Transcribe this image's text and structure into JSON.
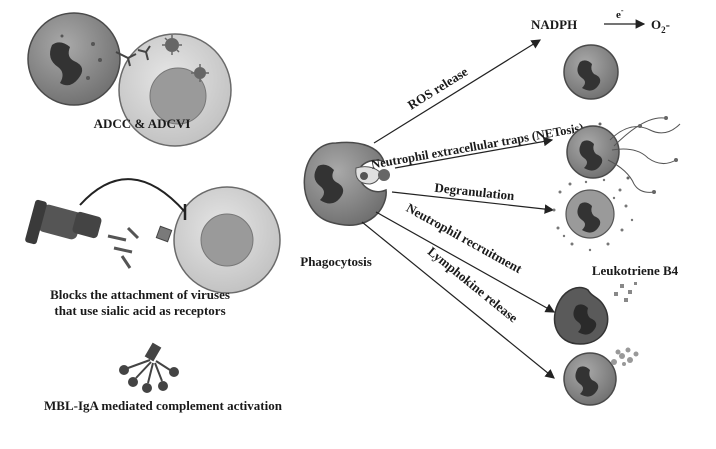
{
  "labels": {
    "adcc": "ADCC & ADCVI",
    "blocks_line1": "Blocks the attachment of viruses",
    "blocks_line2": "that use sialic acid as receptors",
    "mbl": "MBL-IgA mediated complement activation",
    "phagocytosis": "Phagocytosis",
    "ros": "ROS release",
    "nadph": "NADPH",
    "electron": "e",
    "electron_sup": "-",
    "superoxide": "O",
    "superoxide_sub": "2",
    "superoxide_suffix": "-",
    "netosis": "Neutrophil extracellular traps (NETosis)",
    "degranulation": "Degranulation",
    "recruitment": "Neutrophil recruitment",
    "leukotriene": "Leukotriene B4",
    "lymphokine": "Lymphokine release"
  },
  "colors": {
    "cell_fill": "#8e8e8e",
    "cell_stroke": "#4a4a4a",
    "nucleus": "#3b3b3b",
    "target_cell": "#d6d6d6",
    "target_nucleus": "#9a9a9a",
    "arrow": "#222222"
  }
}
